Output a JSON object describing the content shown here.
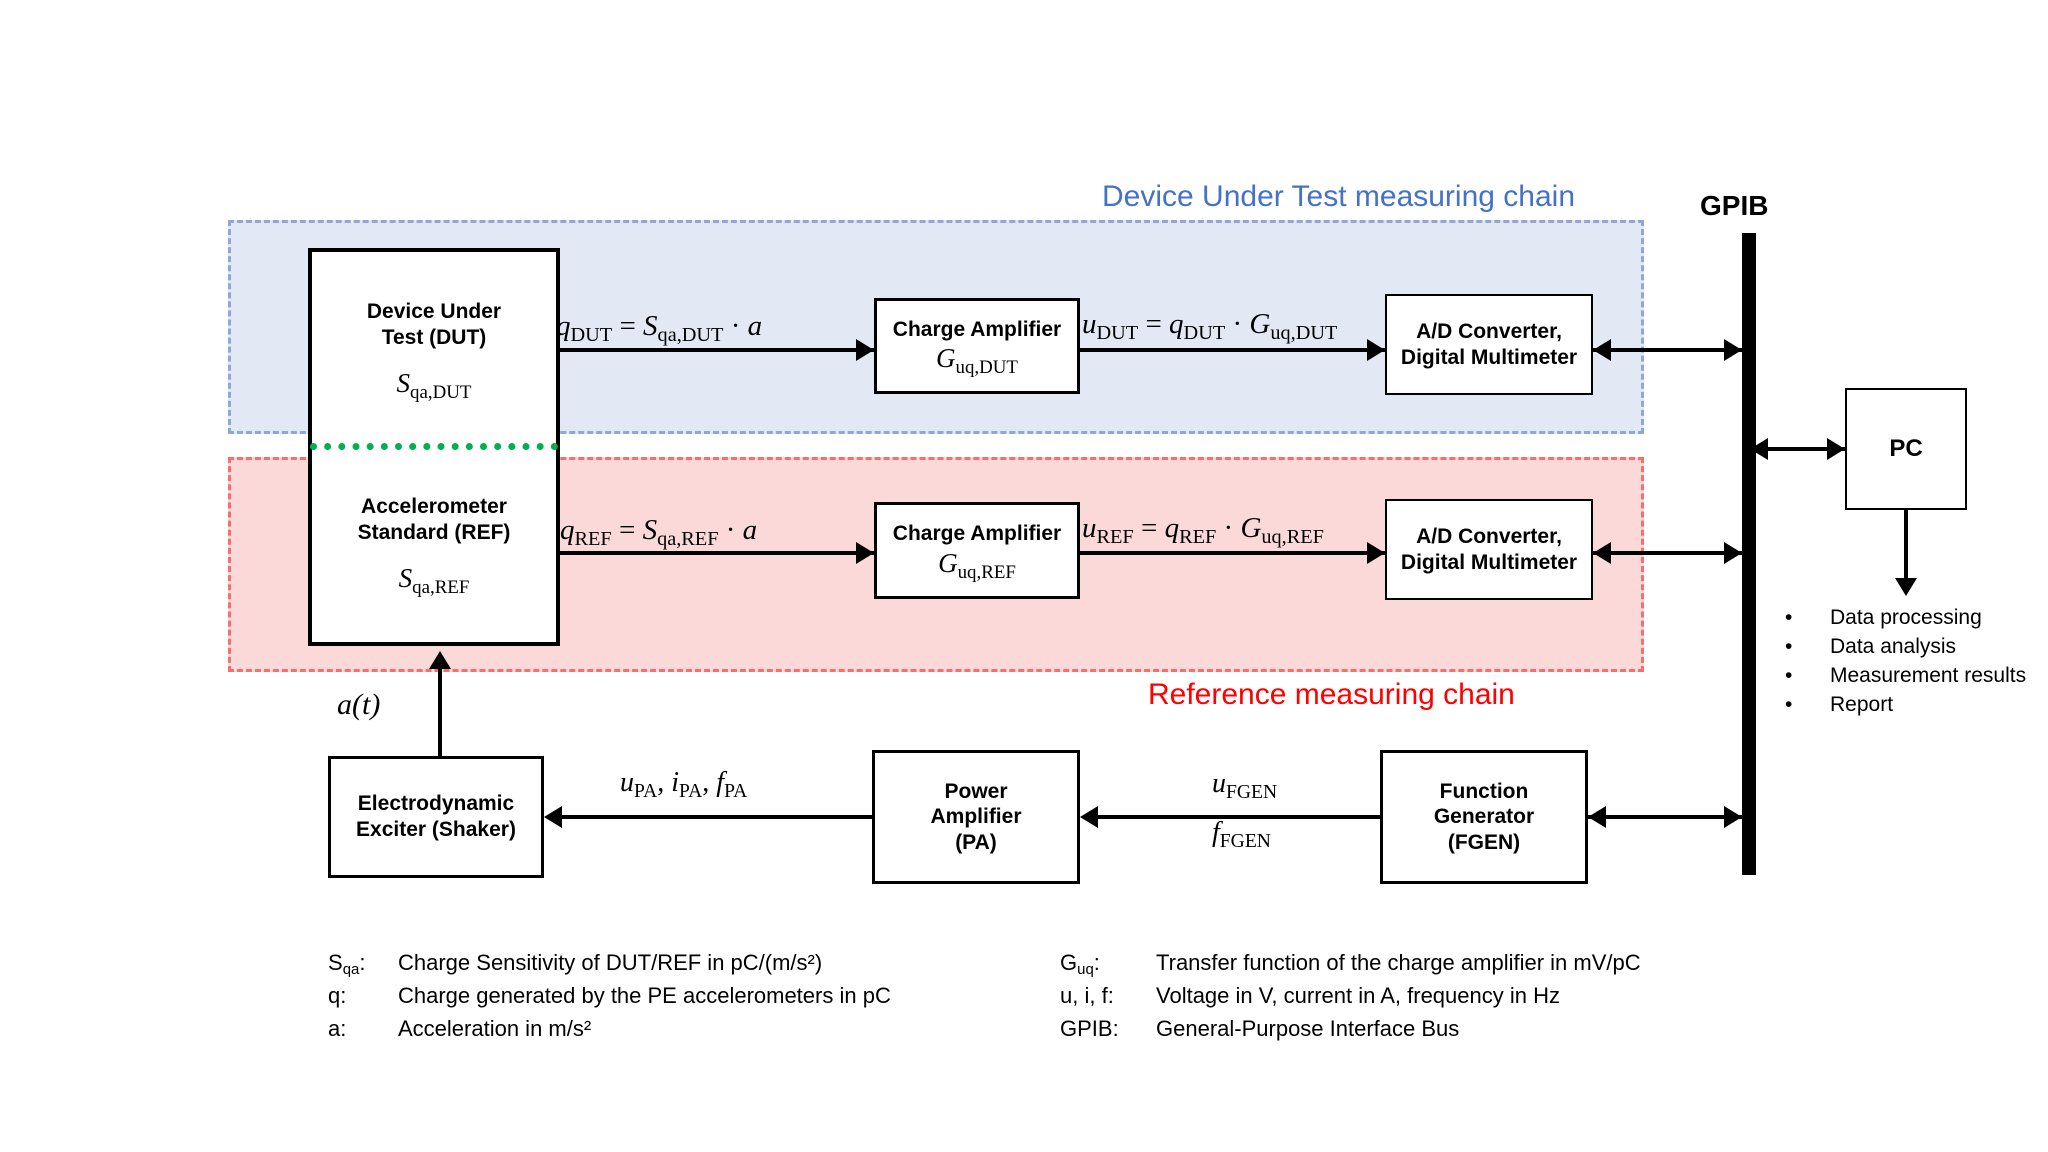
{
  "diagram": {
    "title": "Primary calibration measuring chain block diagram",
    "colors": {
      "dut_chain_fill": "#e3e9f4",
      "dut_chain_border": "#8ea7d6",
      "dut_caption": "#4472c4",
      "ref_chain_fill": "#fbd9d9",
      "ref_chain_border": "#f3706f",
      "ref_caption": "#ff0000",
      "sensor_divider": "#00b050",
      "line": "#000000"
    }
  },
  "chains": {
    "dut_caption": "Device Under Test measuring chain",
    "ref_caption": "Reference measuring chain"
  },
  "boxes": {
    "sensor_dut": {
      "line1": "Device Under",
      "line2": "Test (DUT)",
      "symbol": "S",
      "symbol_sub": "qa,DUT"
    },
    "sensor_ref": {
      "line1": "Accelerometer",
      "line2": "Standard (REF)",
      "symbol": "S",
      "symbol_sub": "qa,REF"
    },
    "charge_amp_dut": {
      "title": "Charge Amplifier",
      "symbol": "G",
      "symbol_sub": "uq,DUT"
    },
    "charge_amp_ref": {
      "title": "Charge Amplifier",
      "symbol": "G",
      "symbol_sub": "uq,REF"
    },
    "adc_dut": {
      "line1": "A/D Converter,",
      "line2": "Digital Multimeter"
    },
    "adc_ref": {
      "line1": "A/D Converter,",
      "line2": "Digital Multimeter"
    },
    "pc": {
      "label": "PC"
    },
    "shaker": {
      "line1": "Electrodynamic",
      "line2": "Exciter (Shaker)"
    },
    "power_amplifier": {
      "line1": "Power",
      "line2": "Amplifier",
      "line3": "(PA)"
    },
    "function_generator": {
      "line1": "Function",
      "line2": "Generator",
      "line3": "(FGEN)"
    }
  },
  "equations": {
    "q_dut": {
      "lhs": "q",
      "lhs_sub": "DUT",
      "rhs_sym": "S",
      "rhs_sub": "qa,DUT",
      "tail": "a"
    },
    "q_ref": {
      "lhs": "q",
      "lhs_sub": "REF",
      "rhs_sym": "S",
      "rhs_sub": "qa,REF",
      "tail": "a"
    },
    "u_dut": {
      "lhs": "u",
      "lhs_sub": "DUT",
      "mid_sym": "q",
      "mid_sub": "DUT",
      "rhs_sym": "G",
      "rhs_sub": "uq,DUT"
    },
    "u_ref": {
      "lhs": "u",
      "lhs_sub": "REF",
      "mid_sym": "q",
      "mid_sub": "REF",
      "rhs_sym": "G",
      "rhs_sub": "uq,REF"
    },
    "acceleration": "a(t)",
    "pa_signals": {
      "u": "u",
      "u_sub": "PA",
      "i": "i",
      "i_sub": "PA",
      "f": "f",
      "f_sub": "PA"
    },
    "fgen_voltage": {
      "sym": "u",
      "sub": "FGEN"
    },
    "fgen_frequency": {
      "sym": "f",
      "sub": "FGEN"
    }
  },
  "bus": {
    "label": "GPIB"
  },
  "pc_outputs": {
    "bullet": "•",
    "items": [
      "Data processing",
      "Data analysis",
      "Measurement results",
      "Report"
    ]
  },
  "legend_left": [
    {
      "symbol": "S",
      "symbol_sub": "qa",
      "colon": ":",
      "text": "Charge Sensitivity of DUT/REF in pC/(m/s²)"
    },
    {
      "symbol": "q",
      "symbol_sub": "",
      "colon": ":",
      "text": "Charge generated by the PE accelerometers in pC"
    },
    {
      "symbol": "a",
      "symbol_sub": "",
      "colon": ":",
      "text": "Acceleration in m/s²"
    }
  ],
  "legend_right": [
    {
      "symbol": "G",
      "symbol_sub": "uq",
      "colon": ":",
      "text": "Transfer function of the charge amplifier in mV/pC"
    },
    {
      "symbol": "u, i, f",
      "symbol_sub": "",
      "colon": ":",
      "text": "Voltage in V, current in A, frequency in Hz"
    },
    {
      "symbol": "GPIB",
      "symbol_sub": "",
      "colon": ":",
      "text": "General-Purpose Interface Bus"
    }
  ]
}
